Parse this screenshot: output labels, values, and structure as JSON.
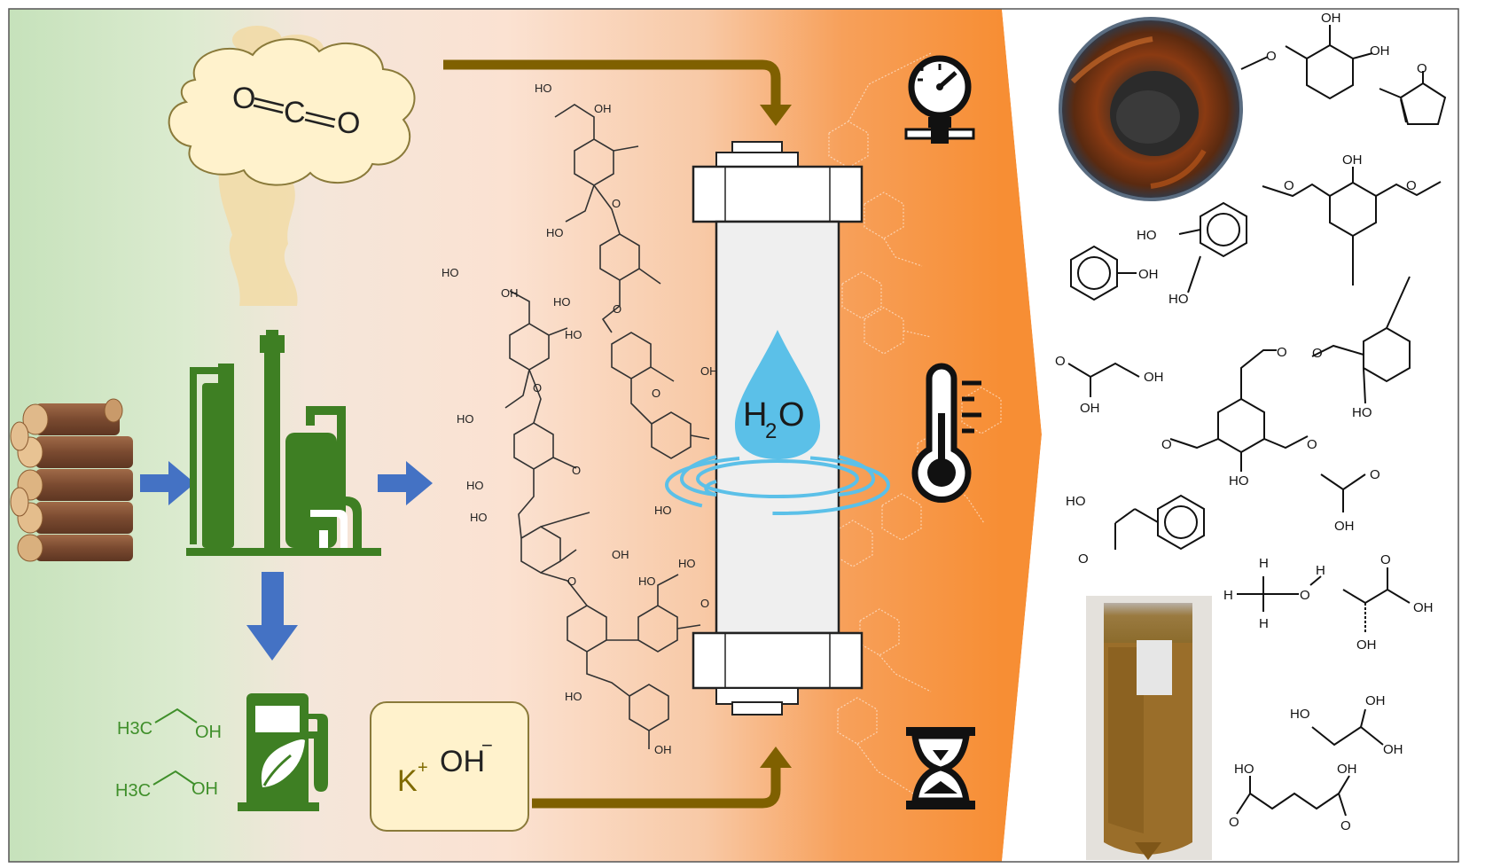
{
  "colors": {
    "left_gradient_start": "#c9e4bf",
    "middle_tint": "#fbe3d4",
    "right_orange": "#f7913a",
    "arrow_blue": "#4472c4",
    "arrow_olive": "#7f6000",
    "refinery_green": "#3e7f23",
    "water_blue": "#5bc0e8",
    "cloud_fill": "#fff2cc",
    "koh_fill": "#fff2cc"
  },
  "co2": {
    "o_left": "O",
    "c": "C",
    "o_right": "O"
  },
  "water": {
    "h": "H",
    "sub": "2",
    "o": "O"
  },
  "koh": {
    "k": "K",
    "k_sup": "+",
    "oh": "OH",
    "oh_sup": "−"
  },
  "ethanol": {
    "h3c": "H3C",
    "oh": "OH"
  },
  "labels": {
    "ho": "HO",
    "oh": "OH",
    "o": "O",
    "h": "H"
  },
  "icons": [
    "cloud-icon",
    "wood-logs-icon",
    "biorefinery-icon",
    "fuel-pump-icon",
    "reactor-icon",
    "water-drop-icon",
    "pressure-gauge-icon",
    "thermometer-icon",
    "hourglass-icon"
  ]
}
